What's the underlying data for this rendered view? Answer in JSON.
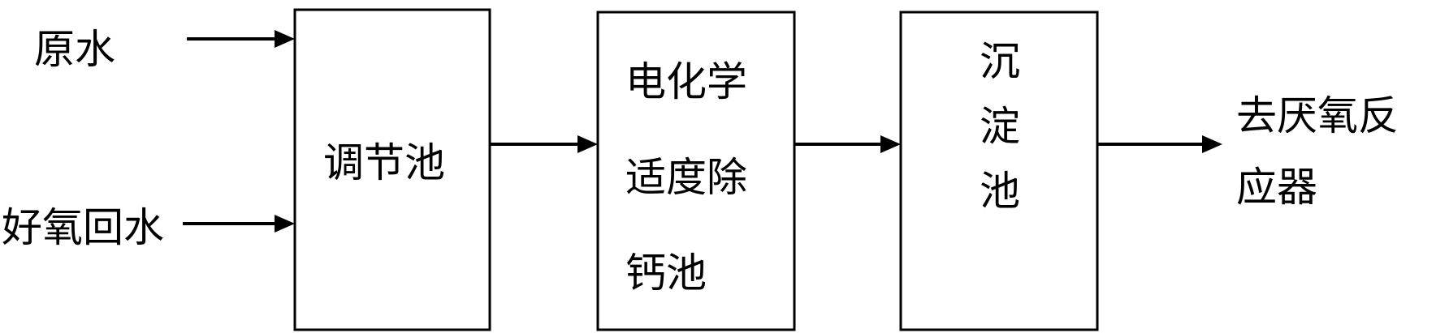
{
  "inputs": {
    "raw_water": "原水",
    "aerobic_return": "好氧回水"
  },
  "boxes": {
    "regulating_tank": "调节池",
    "electrochemical_line1": "电化学",
    "electrochemical_line2": "适度除",
    "electrochemical_line3": "钙池",
    "sedimentation_line1": "沉",
    "sedimentation_line2": "淀",
    "sedimentation_line3": "池"
  },
  "output": {
    "line1": "去厌氧反",
    "line2": "应器"
  }
}
